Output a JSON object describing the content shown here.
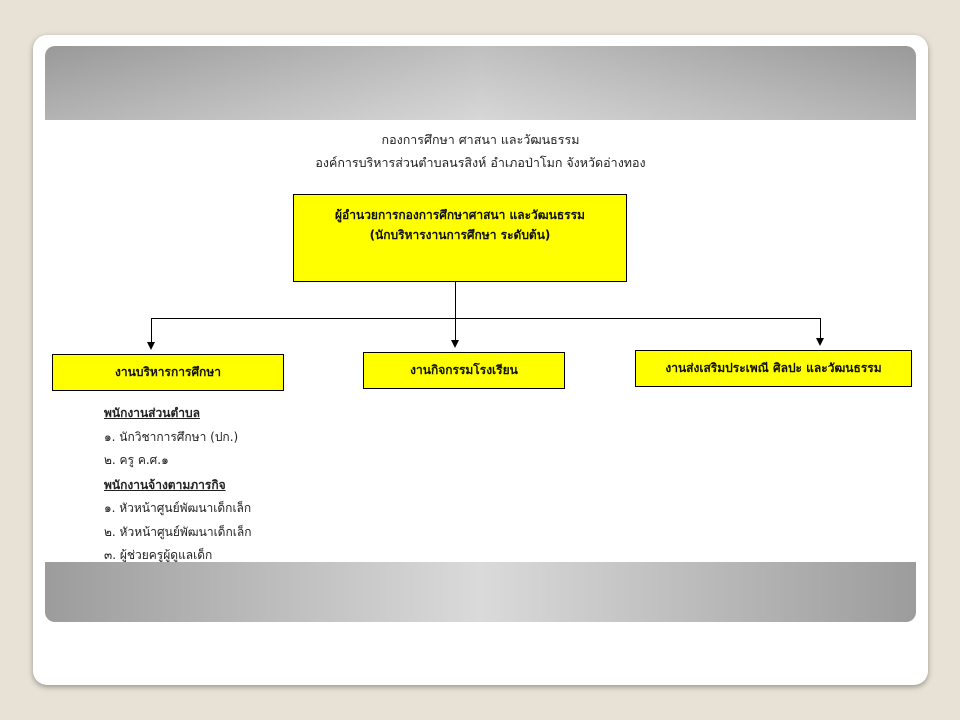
{
  "header": {
    "line1": "กองการศึกษา ศาสนา และวัฒนธรรม",
    "line2": "องค์การบริหารส่วนตำบลนรสิงห์ อำเภอป่าโมก จังหวัดอ่างทอง"
  },
  "top_box": {
    "line1": "ผู้อำนวยการกองการศึกษาศาสนา และวัฒนธรรม",
    "line2": "(นักบริหารงานการศึกษา ระดับต้น)"
  },
  "sub_boxes": {
    "left": "งานบริหารการศึกษา",
    "middle": "งานกิจกรรมโรงเรียน",
    "right": "งานส่งเสริมประเพณี ศิลปะ และวัฒนธรรม"
  },
  "staff": {
    "heading1": "พนักงานส่วนตำบล",
    "items1": [
      "๑. นักวิชาการศึกษา (ปก.)",
      "๒. ครู ค.ศ.๑"
    ],
    "heading2": "พนักงานจ้างตามภารกิจ",
    "items2": [
      "๑. หัวหน้าศูนย์พัฒนาเด็กเล็ก",
      "๒. หัวหน้าศูนย์พัฒนาเด็กเล็ก",
      "๓. ผู้ช่วยครูผู้ดูแลเด็ก"
    ]
  },
  "colors": {
    "box_fill": "#ffff00",
    "band_gray": "#b4b4b4"
  }
}
